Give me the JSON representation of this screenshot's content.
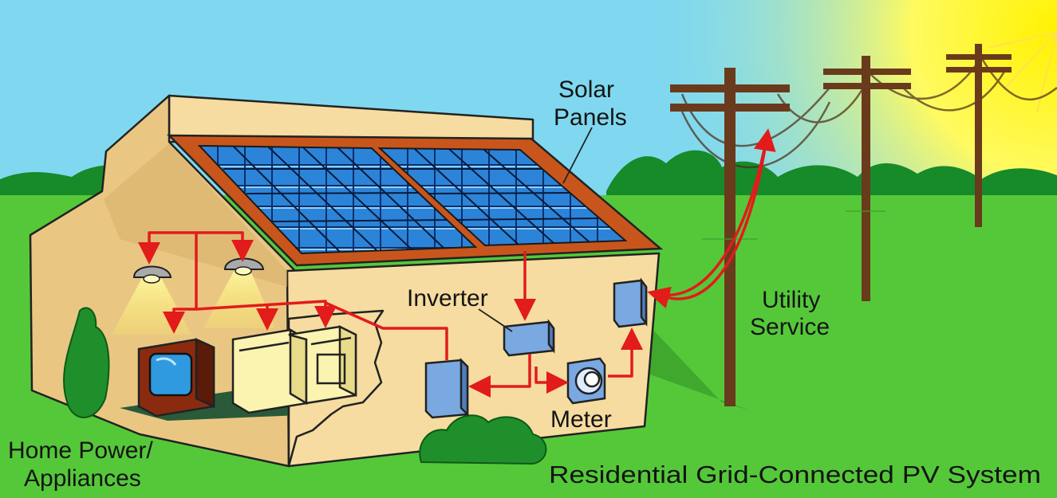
{
  "labels": {
    "solar_panels": [
      "Solar",
      "Panels"
    ],
    "inverter": "Inverter",
    "utility_service": [
      "Utility",
      "Service"
    ],
    "meter": "Meter",
    "home_power": [
      "Home Power/",
      "Appliances"
    ],
    "title": "Residential Grid-Connected PV System"
  },
  "colors": {
    "sky": "#7fd8f0",
    "sun": "#fff200",
    "grass": "#55c83a",
    "hills": "#178a2a",
    "roof_frame": "#c8561c",
    "panel": "#2c84d8",
    "wall": "#f6dca0",
    "wire": "#e21b1b",
    "pole": "#6a3a1c"
  }
}
